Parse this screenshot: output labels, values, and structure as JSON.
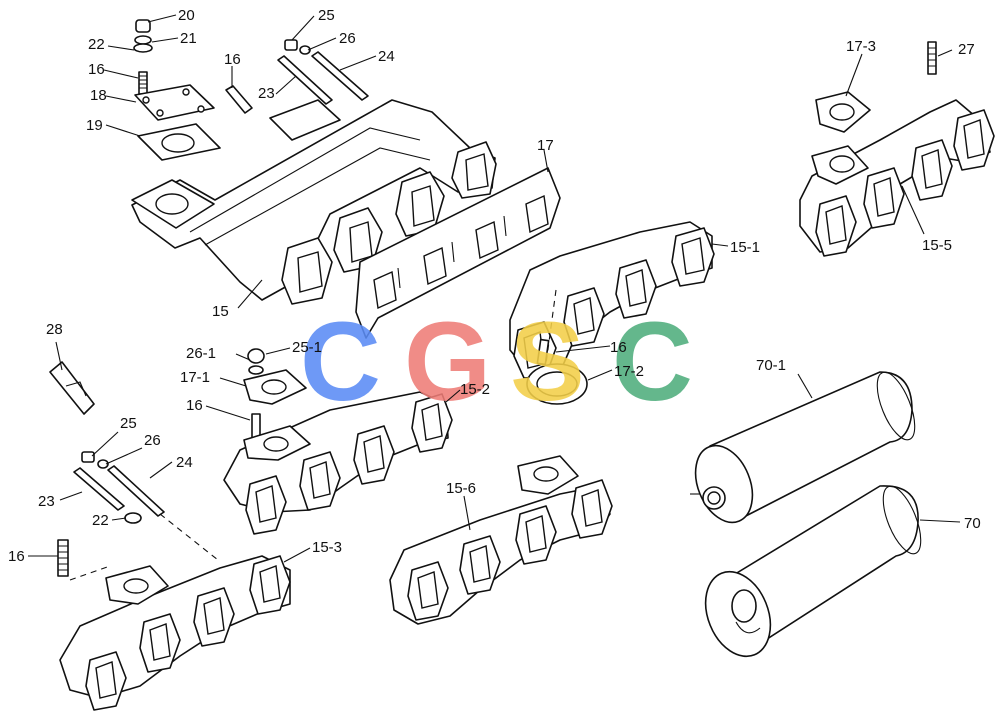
{
  "watermark": {
    "letters": [
      {
        "char": "C",
        "color": "#5b8cf5"
      },
      {
        "char": "G",
        "color": "#ee7d77"
      },
      {
        "char": "S",
        "color": "#f3cf48"
      },
      {
        "char": "C",
        "color": "#4fae7d"
      }
    ]
  },
  "callouts": {
    "p20": "20",
    "p21": "21",
    "p22a": "22",
    "p16a": "16",
    "p18": "18",
    "p19": "19",
    "p16b": "16",
    "p25a": "25",
    "p26a": "26",
    "p24a": "24",
    "p23a": "23",
    "p17": "17",
    "p15": "15",
    "p17_3": "17-3",
    "p27": "27",
    "p15_5": "15-5",
    "p15_1": "15-1",
    "p16c": "16",
    "p17_2": "17-2",
    "p28": "28",
    "p26_1": "26-1",
    "p25_1": "25-1",
    "p17_1": "17-1",
    "p16d": "16",
    "p15_2": "15-2",
    "p25b": "25",
    "p26b": "26",
    "p24b": "24",
    "p23b": "23",
    "p22b": "22",
    "p16e": "16",
    "p15_3": "15-3",
    "p15_6": "15-6",
    "p70_1": "70-1",
    "p70": "70"
  }
}
